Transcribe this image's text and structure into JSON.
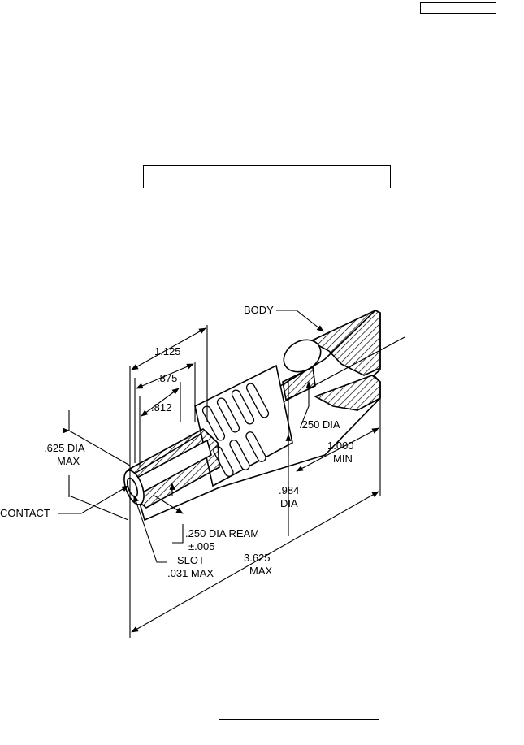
{
  "labels": {
    "body": "BODY",
    "d1125": "1.125",
    "d875": ".875",
    "d812": ".812",
    "dia625": ".625 DIA",
    "max1": "MAX",
    "contact": "CONTACT",
    "dia250": ".250 DIA",
    "min1000": "1.000",
    "min": "MIN",
    "dia984": ".984",
    "dia": "DIA",
    "ream": ".250 DIA REAM",
    "tol": "±.005",
    "slot": "SLOT",
    "slotmax": ".031 MAX",
    "len3625": "3.625",
    "max2": "MAX"
  },
  "colors": {
    "ink": "#000000",
    "paper": "#ffffff"
  }
}
